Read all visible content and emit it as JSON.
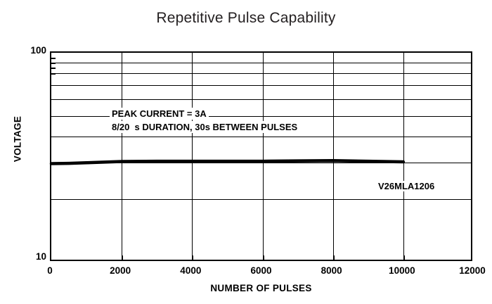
{
  "chart_data": {
    "type": "line",
    "title": "Repetitive Pulse Capability",
    "xlabel": "NUMBER OF PULSES",
    "ylabel": "VOLTAGE",
    "xlim": [
      0,
      12000
    ],
    "ylim": [
      10,
      100
    ],
    "yscale": "log",
    "xscale": "linear",
    "grid": true,
    "legend_position": "inline-on-curve",
    "x_ticks": [
      0,
      2000,
      4000,
      6000,
      8000,
      10000,
      12000
    ],
    "x_tick_labels": [
      "0",
      "2000",
      "4000",
      "6000",
      "8000",
      "10000",
      "12000"
    ],
    "y_ticks": [
      10,
      100
    ],
    "y_tick_labels": [
      "10",
      "100"
    ],
    "y_minor_gridlines": [
      20,
      30,
      40,
      50,
      60,
      70,
      80,
      90
    ],
    "annotations": [
      "PEAK CURRENT = 3A",
      "8/20  s DURATION, 30s BETWEEN PULSES"
    ],
    "series": [
      {
        "name": "V26MLA1206",
        "x": [
          0,
          500,
          1000,
          2000,
          3000,
          4000,
          5000,
          6000,
          7000,
          8000,
          9000,
          10000
        ],
        "values": [
          29.6,
          29.7,
          29.9,
          30.3,
          30.4,
          30.4,
          30.4,
          30.4,
          30.5,
          30.6,
          30.4,
          30.2
        ]
      }
    ]
  },
  "labels": {
    "y_top": "100",
    "y_bottom": "10"
  }
}
